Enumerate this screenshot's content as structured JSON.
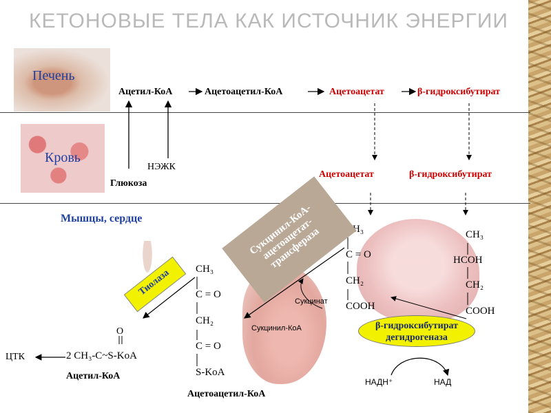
{
  "title": "КЕТОНОВЫЕ ТЕЛА КАК ИСТОЧНИК ЭНЕРГИИ",
  "zones": {
    "liver": "Печень",
    "blood": "Кровь",
    "muscle": "Мышцы, сердце"
  },
  "liver_row": {
    "acetyl_coa": "Ацетил-КоА",
    "acetoacetyl_coa": "Ацетоацетил-КоА",
    "acetoacetate": "Ацетоацетат",
    "hydroxybutyrate": "β-гидроксибутират"
  },
  "blood_row": {
    "nezhk": "НЭЖК",
    "glucose": "Глюкоза",
    "acetoacetate": "Ацетоацетат",
    "hydroxybutyrate": "β-гидроксибутират"
  },
  "acetoacetate_formula": {
    "l1": "CH₃",
    "l2": "C = O",
    "l3": "CH₂",
    "l4": "COOH"
  },
  "hydroxybutyrate_formula": {
    "l1": "CH₃",
    "l2": "HCOH",
    "l3": "CH₂",
    "l4": "COOH"
  },
  "acetoacetyl_formula": {
    "l1": "CH₃",
    "l2": "C = O",
    "l3": "CH₂",
    "l4": "C = O",
    "l5": "S-KoA",
    "name": "Ацетоацетил-КоА"
  },
  "transferase": {
    "l1": "Сукцинил-КоА-",
    "l2": "ацетоацетат-",
    "l3": "трансфераза",
    "succinate": "Сукцинат",
    "succinyl_coa": "Сукцинил-КоА"
  },
  "thiolase": "Тиолаза",
  "acetyl_product": {
    "o": "O",
    "formula": "2  CH₃-C~S-KoA",
    "name": "Ацетил-КоА",
    "tca": "ЦТК"
  },
  "dehydrogenase": {
    "l1": "β-гидроксибутират",
    "l2": "дегидрогеназа",
    "nadh": "НАДН⁺",
    "nad": "НАД"
  },
  "colors": {
    "red": "#cc0000",
    "blue": "#1f3fa0",
    "yellow": "#f2f200"
  }
}
